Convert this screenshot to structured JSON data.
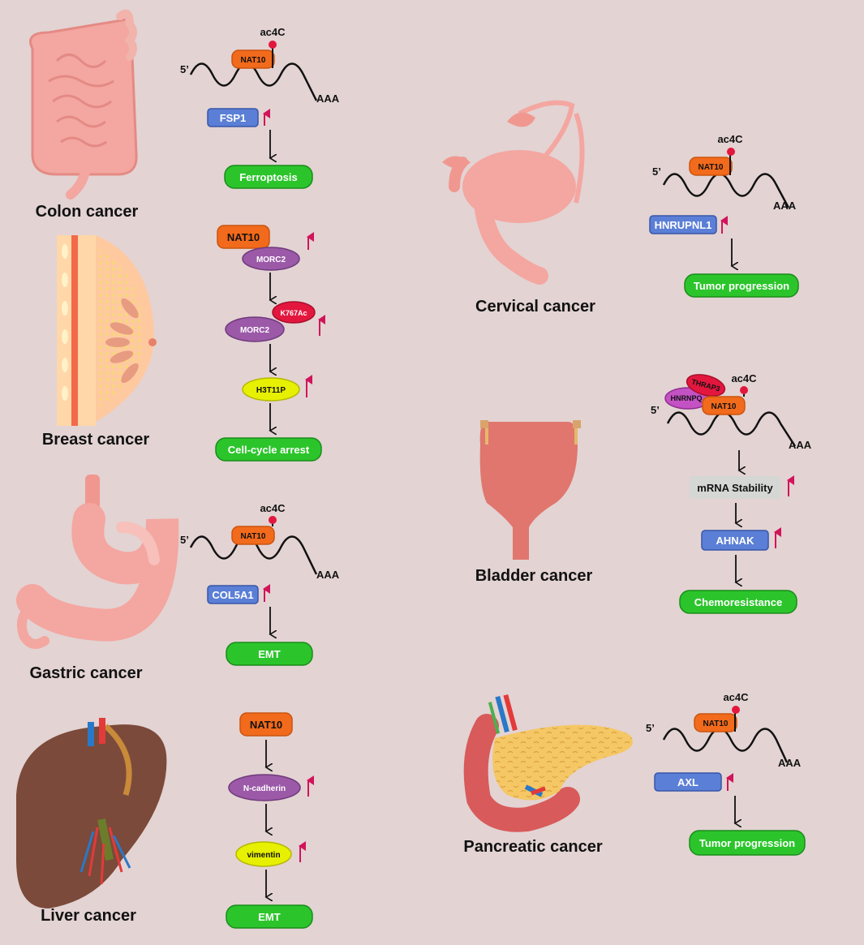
{
  "labels": {
    "colon": "Colon cancer",
    "breast": "Breast cancer",
    "gastric": "Gastric cancer",
    "liver": "Liver cancer",
    "cervical": "Cervical cancer",
    "bladder": "Bladder cancer",
    "pancreatic": "Pancreatic cancer"
  },
  "mrna": {
    "five_prime": "5’",
    "tail": "AAA",
    "mark": "ac4C"
  },
  "colon": {
    "enzyme": "NAT10",
    "gene": "FSP1",
    "outcome": "Ferroptosis"
  },
  "breast": {
    "enzyme": "NAT10",
    "target": "MORC2",
    "mod": "K767Ac",
    "target2": "MORC2",
    "histone": "H3T11P",
    "outcome": "Cell-cycle arrest"
  },
  "gastric": {
    "enzyme": "NAT10",
    "gene": "COL5A1",
    "outcome": "EMT"
  },
  "liver": {
    "enzyme": "NAT10",
    "step1": "N-cadherin",
    "step2": "vimentin",
    "outcome": "EMT"
  },
  "cervical": {
    "enzyme": "NAT10",
    "gene": "HNRUPNL1",
    "outcome": "Tumor progression"
  },
  "bladder": {
    "enzyme": "NAT10",
    "partner1": "THRAP3",
    "partner2": "HNRNPQ",
    "stability": "mRNA Stability",
    "gene": "AHNAK",
    "outcome": "Chemoresistance"
  },
  "pancreatic": {
    "enzyme": "NAT10",
    "gene": "AXL",
    "outcome": "Tumor progression"
  },
  "colors": {
    "background": "#e3d3d3",
    "enzyme": "#f26a1b",
    "gene_box": "#5b7fd6",
    "outcome": "#2bc52b",
    "purple": "#9b59a8",
    "yellow": "#e6f000",
    "modification": "#e3173e",
    "up_arrow": "#d1145a"
  }
}
